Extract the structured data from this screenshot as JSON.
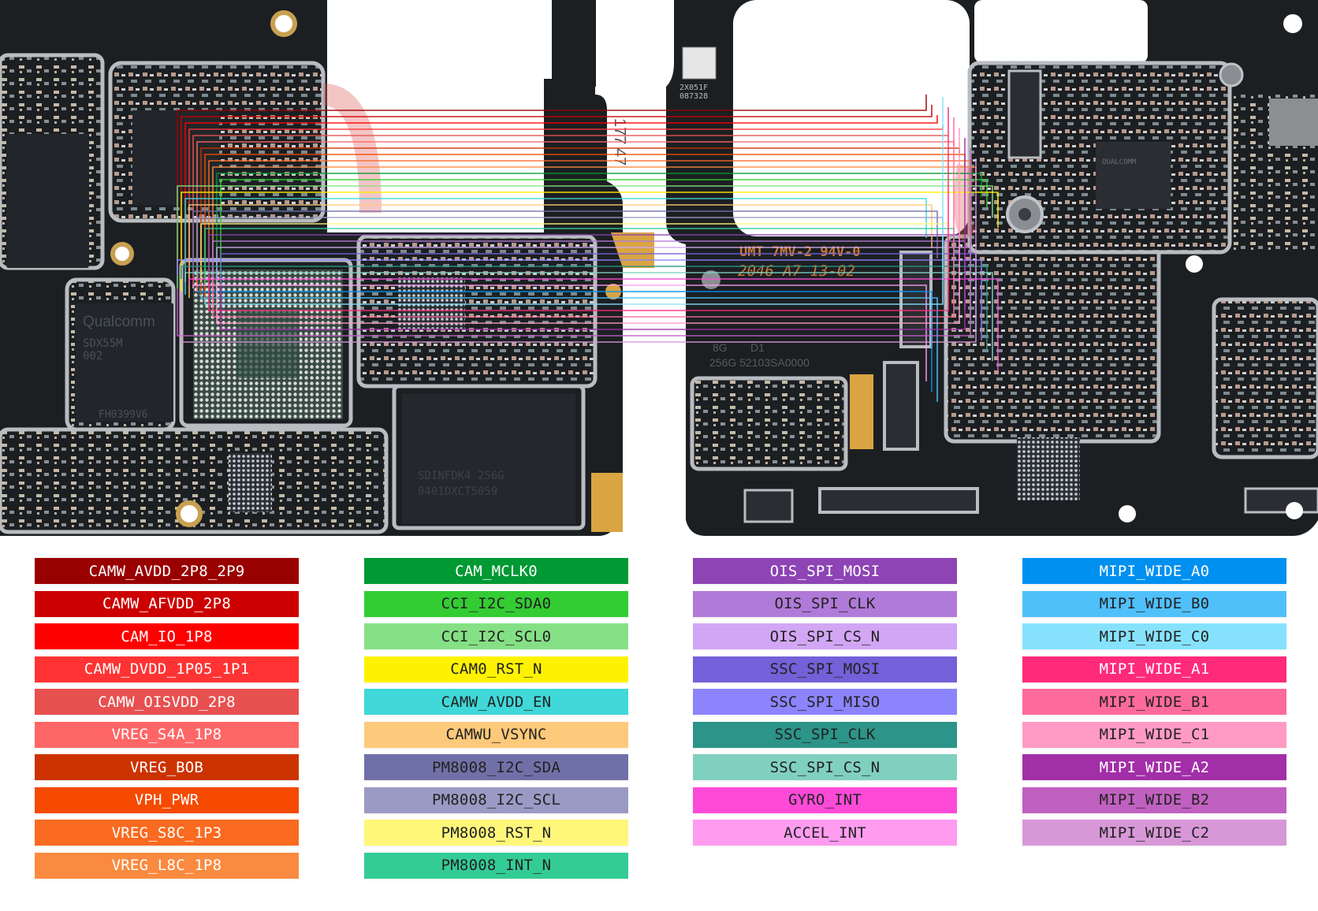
{
  "diagram": {
    "title": "Camera wide (rear) circuit schematic overlay on PCB",
    "board_markings": {
      "left_chip_brand": "Qualcomm",
      "left_chip_model": "SDX55M",
      "left_chip_rev": "002",
      "left_chip_code": "FH0399V6",
      "memory_label": "SDINFDK4 256G",
      "memory_code": "0401DXCT5059",
      "ref_177": "177",
      "ref_47": "47",
      "qr_code_text_1": "2X051F",
      "qr_code_text_2": "087328",
      "umt_line_1": "UMT 7MV-2 94V-0",
      "umt_line_2": "2046 A7 13-02",
      "memory_size": "8G",
      "memory_rev": "D1",
      "storage_line": "256G 52103SA0000",
      "qualcomm_small": "QUALCOMM"
    },
    "colors": {
      "pcb": "#1c1f22",
      "shield": "#b9bcc0",
      "gold": "#d9a441",
      "background": "#ffffff"
    }
  },
  "legend": {
    "columns": [
      {
        "items": [
          {
            "label": "CAMW_AVDD_2P8_2P9",
            "color": "#990000",
            "text_color": "#ffffff"
          },
          {
            "label": "CAMW_AFVDD_2P8",
            "color": "#cc0000",
            "text_color": "#ffffff"
          },
          {
            "label": "CAM_IO_1P8",
            "color": "#ff0000",
            "text_color": "#ffffff"
          },
          {
            "label": "CAMW_DVDD_1P05_1P1",
            "color": "#ff3333",
            "text_color": "#ffffff"
          },
          {
            "label": "CAMW_OISVDD_2P8",
            "color": "#e85050",
            "text_color": "#ffffff"
          },
          {
            "label": "VREG_S4A_1P8",
            "color": "#ff6666",
            "text_color": "#ffffff"
          },
          {
            "label": "VREG_BOB",
            "color": "#cc3300",
            "text_color": "#ffffff"
          },
          {
            "label": "VPH_PWR",
            "color": "#f54a00",
            "text_color": "#ffffff"
          },
          {
            "label": "VREG_S8C_1P3",
            "color": "#fa6a20",
            "text_color": "#ffffff"
          },
          {
            "label": "VREG_L8C_1P8",
            "color": "#fa8a40",
            "text_color": "#ffffff"
          }
        ]
      },
      {
        "items": [
          {
            "label": "CAM_MCLK0",
            "color": "#009933",
            "text_color": "#ffffff"
          },
          {
            "label": "CCI_I2C_SDA0",
            "color": "#33cc33",
            "text_color": "#222222"
          },
          {
            "label": "CCI_I2C_SCL0",
            "color": "#85e085",
            "text_color": "#222222"
          },
          {
            "label": "CAM0_RST_N",
            "color": "#fff200",
            "text_color": "#222222"
          },
          {
            "label": "CAMW_AVDD_EN",
            "color": "#40d8d8",
            "text_color": "#222222"
          },
          {
            "label": "CAMWU_VSYNC",
            "color": "#fdc97a",
            "text_color": "#222222"
          },
          {
            "label": "PM8008_I2C_SDA",
            "color": "#7070a8",
            "text_color": "#222222"
          },
          {
            "label": "PM8008_I2C_SCL",
            "color": "#9a9ac4",
            "text_color": "#222222"
          },
          {
            "label": "PM8008_RST_N",
            "color": "#fff77a",
            "text_color": "#222222"
          },
          {
            "label": "PM8008_INT_N",
            "color": "#33cc96",
            "text_color": "#222222"
          }
        ]
      },
      {
        "items": [
          {
            "label": "OIS_SPI_MOSI",
            "color": "#8e44b4",
            "text_color": "#ffffff"
          },
          {
            "label": "OIS_SPI_CLK",
            "color": "#b07ad8",
            "text_color": "#222222"
          },
          {
            "label": "OIS_SPI_CS_N",
            "color": "#d2a6f4",
            "text_color": "#222222"
          },
          {
            "label": "SSC_SPI_MOSI",
            "color": "#7460d8",
            "text_color": "#222222"
          },
          {
            "label": "SSC_SPI_MISO",
            "color": "#8c84fc",
            "text_color": "#222222"
          },
          {
            "label": "SSC_SPI_CLK",
            "color": "#2c9488",
            "text_color": "#222222"
          },
          {
            "label": "SSC_SPI_CS_N",
            "color": "#80d0c0",
            "text_color": "#222222"
          },
          {
            "label": "GYRO_INT",
            "color": "#ff4ad8",
            "text_color": "#222222"
          },
          {
            "label": "ACCEL_INT",
            "color": "#ff9cf0",
            "text_color": "#222222"
          }
        ]
      },
      {
        "items": [
          {
            "label": "MIPI_WIDE_A0",
            "color": "#0090f0",
            "text_color": "#ffffff"
          },
          {
            "label": "MIPI_WIDE_B0",
            "color": "#50c0fa",
            "text_color": "#222222"
          },
          {
            "label": "MIPI_WIDE_C0",
            "color": "#86e2fc",
            "text_color": "#222222"
          },
          {
            "label": "MIPI_WIDE_A1",
            "color": "#ff2a7a",
            "text_color": "#ffffff"
          },
          {
            "label": "MIPI_WIDE_B1",
            "color": "#ff6a9c",
            "text_color": "#222222"
          },
          {
            "label": "MIPI_WIDE_C1",
            "color": "#ff9ac4",
            "text_color": "#222222"
          },
          {
            "label": "MIPI_WIDE_A2",
            "color": "#a22ea8",
            "text_color": "#ffffff"
          },
          {
            "label": "MIPI_WIDE_B2",
            "color": "#c060c0",
            "text_color": "#222222"
          },
          {
            "label": "MIPI_WIDE_C2",
            "color": "#d898d8",
            "text_color": "#222222"
          }
        ]
      }
    ]
  }
}
